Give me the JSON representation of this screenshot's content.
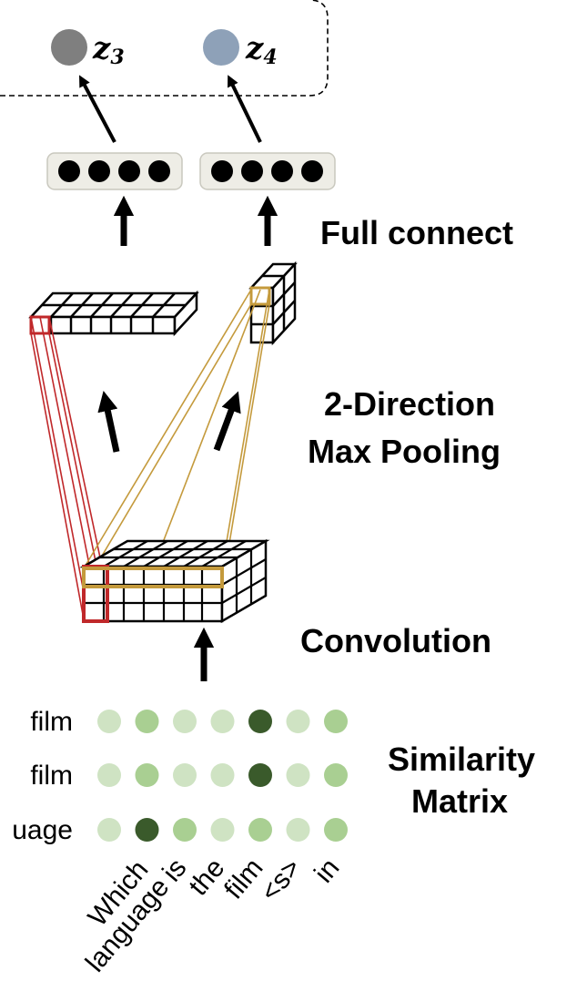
{
  "outputs": [
    {
      "label": "z",
      "subscript": "3",
      "color": "#7f7f7f"
    },
    {
      "label": "z",
      "subscript": "4",
      "color": "#8ea1b8"
    }
  ],
  "labels": {
    "full_connect": "Full connect",
    "pooling_line1": "2-Direction",
    "pooling_line2": "Max Pooling",
    "convolution": "Convolution",
    "similarity_line1": "Similarity",
    "similarity_line2": "Matrix"
  },
  "matrix": {
    "rows": [
      "film",
      "film",
      "uage"
    ],
    "columns": [
      "Which language",
      "is",
      "the",
      "film",
      "<s>",
      "in"
    ],
    "column_lines": [
      [
        "Which",
        "language"
      ],
      [
        "is"
      ],
      [
        "the"
      ],
      [
        "film"
      ],
      [
        "<s>"
      ],
      [
        "in"
      ]
    ],
    "cells": [
      [
        1,
        2,
        1,
        1,
        4,
        1,
        2
      ],
      [
        1,
        2,
        1,
        1,
        4,
        1,
        2
      ],
      [
        1,
        4,
        2,
        1,
        2,
        1,
        2
      ]
    ],
    "palette": [
      "#ffffff",
      "#cfe3c3",
      "#a9cf92",
      "#6e9a58",
      "#3a5a2b"
    ]
  },
  "colors": {
    "red_filter": "#c0282a",
    "gold_filter": "#c49a3c",
    "vector_box": "#eeede6"
  }
}
